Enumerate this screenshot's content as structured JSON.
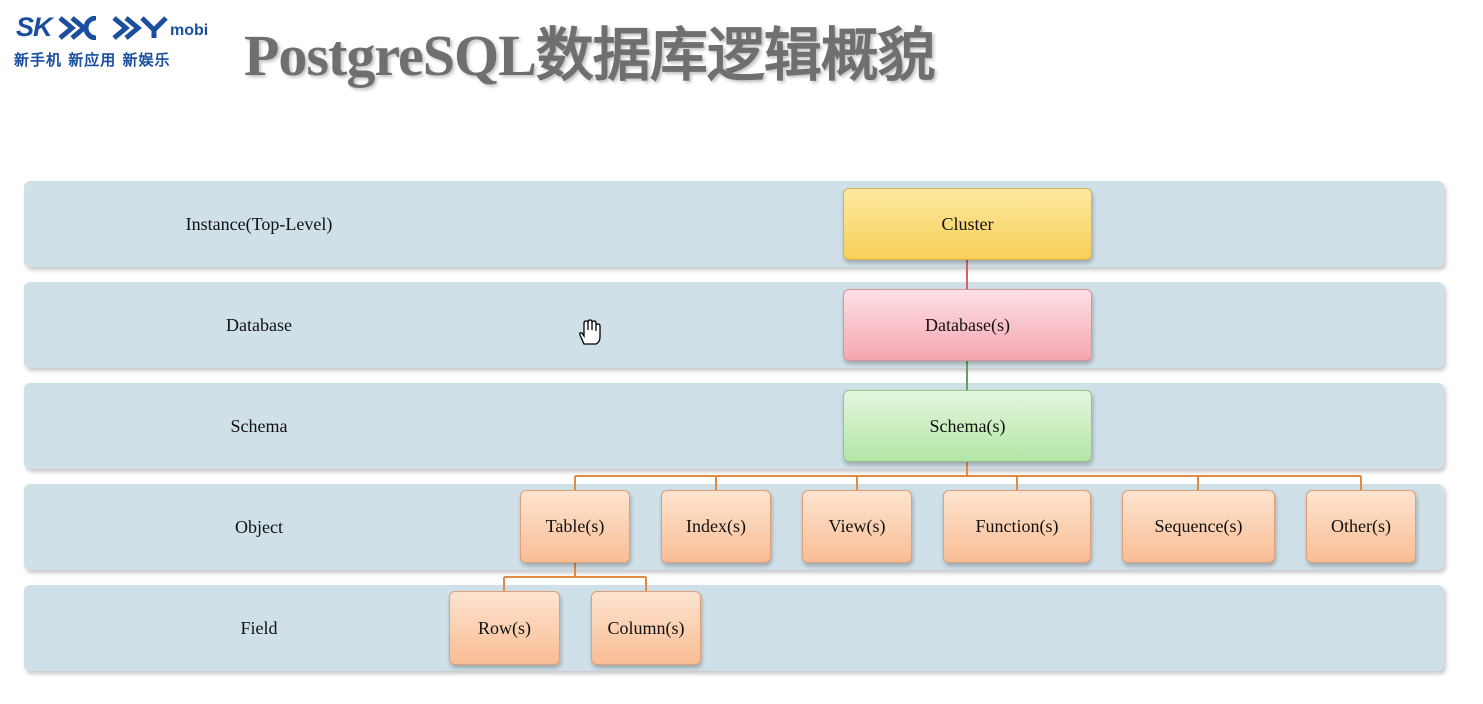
{
  "logo": {
    "brand": "SK",
    "suffix": "mobi",
    "tagline": "新手机 新应用 新娱乐"
  },
  "title": "PostgreSQL数据库逻辑概貌",
  "levels": [
    {
      "label": "Instance(Top-Level)"
    },
    {
      "label": "Database"
    },
    {
      "label": "Schema"
    },
    {
      "label": "Object"
    },
    {
      "label": "Field"
    }
  ],
  "nodes": {
    "cluster": "Cluster",
    "database": "Database(s)",
    "schema": "Schema(s)",
    "objects": [
      "Table(s)",
      "Index(s)",
      "View(s)",
      "Function(s)",
      "Sequence(s)",
      "Other(s)"
    ],
    "fields": [
      "Row(s)",
      "Column(s)"
    ]
  },
  "colors": {
    "band": "#d0e0e8",
    "cluster": "#f8cf58",
    "database": "#f5a6b0",
    "schema": "#b4e5a6",
    "object": "#f9bd94",
    "connector_red": "#d9605f",
    "connector_green": "#5ea557",
    "connector_orange": "#e08a45"
  }
}
